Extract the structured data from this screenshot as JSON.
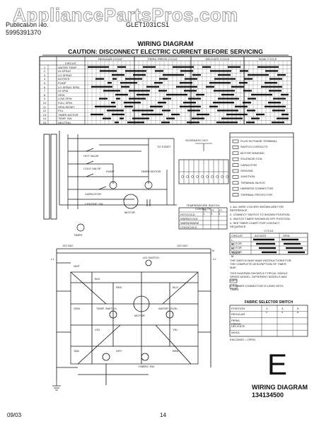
{
  "watermark": "AppliancePartsPros.com",
  "header": {
    "brand": "Publication No.",
    "publication_no": "5995391370",
    "model": "GLET1031CS1"
  },
  "diagram": {
    "title": "WIRING DIAGRAM",
    "caution": "CAUTION: DISCONNECT ELECTRIC CURRENT BEFORE SERVICING",
    "timer_chart": {
      "column_groups": [
        "REGULAR CYCLE",
        "PERM. PRESS CYCLE",
        "DELICATE CYCLE",
        "SOAK CYCLE"
      ],
      "col_label": "CIRCUIT",
      "row_labels": [
        "WATER TEMP.",
        "HI SPRAY",
        "LO SPRAY",
        "AGITATE",
        "PUMP",
        "LO SPRAY SPIN",
        "HI SPIN",
        "SPIN",
        "LOW SPIN",
        "FULL SPIN",
        "SPIN RESET",
        "FILL",
        "TIMER MOTOR",
        "TEMP. SW.",
        "NEUTRAL"
      ]
    },
    "schematic_labels": {
      "vac_left": "120 VAC",
      "vac_right": "120 VAC",
      "l1": "L1",
      "l2": "L2",
      "neutral": "N",
      "white": "WHT",
      "black": "BLK",
      "red": "RED",
      "blue": "BLU",
      "orange": "ORN",
      "yellow": "YEL",
      "violet": "VIO",
      "tan": "TAN",
      "gray": "GRY",
      "brown": "BRN",
      "motor": "MOTOR",
      "pump": "PUMP",
      "lid_switch": "LID SWITCH",
      "timer": "TIMER",
      "fabric_switch": "FABRIC SW.",
      "water_level": "WATER LEVEL",
      "temp_switch": "TEMP. SWITCH",
      "capacitor": "CAPACITOR",
      "centrif_switch": "CENTRIF. SW.",
      "hot_valve": "HOT VALVE",
      "cold_valve": "COLD VALVE",
      "to_start": "TO START",
      "timer_motor": "TIMER MOTOR"
    },
    "schematic_key_title": "SCHEMATIC KEY",
    "legend_items": [
      "PLUG IN PHASE TERMINAL",
      "SWITCH CONTACTS",
      "MOTOR WINDING",
      "SOLENOID COIL",
      "CAPACITOR",
      "GROUND",
      "JUNCTION",
      "TERMINAL BLOCK",
      "HARNESS CONNECTOR",
      "THERMAL PROTECTOR"
    ],
    "notes": [
      "1. ALL WIRE COLORS SHOWN ARE FOR REFERENCE.",
      "2. CONNECT SWITCH TO SHOWN POSITION.",
      "3. SWITCH TIMER SHOWN IN OFF POSITION.",
      "4. SEE TIMER CHART FOR CONTACT SEQUENCE."
    ],
    "temp_table": {
      "title": "TEMPERATURE SWITCH CONTACTS",
      "headers": [
        "",
        "1T-1",
        "1T-2",
        "1T-3"
      ],
      "rows": [
        [
          "HOT/COLD",
          "",
          "",
          ""
        ],
        [
          "WARM/COLD",
          "",
          "",
          ""
        ],
        [
          "WARM/WARM",
          "",
          "",
          ""
        ],
        [
          "COLD/COLD",
          "",
          "",
          ""
        ]
      ]
    },
    "cycle_chart": {
      "title": "CYCLE",
      "headers": [
        "CIRCUIT",
        "AGITATE",
        "SPIN"
      ],
      "rows": [
        "L-MOTOR",
        "M-MOTOR",
        "H-MOTOR",
        "TIMER M."
      ]
    },
    "fabric_table": {
      "title": "FABRIC SELECTOR SWITCH",
      "headers": [
        "POSITION",
        "1-2",
        "3-4",
        "5-6"
      ],
      "rows": [
        [
          "REGULAR",
          "",
          "",
          ""
        ],
        [
          "PERM PRESS",
          "",
          "",
          ""
        ],
        [
          "DELICATE",
          "",
          "",
          ""
        ],
        [
          "WOOL",
          "",
          "",
          ""
        ]
      ],
      "footer": "ENCODED    = OPEN"
    },
    "lower_notes": [
      "THE SWITCH MAY HAVE INSTRUCTIONS FOR THE COMPLETE DESCRIPTION OF TIMER MAP.",
      "THIS DIAGRAM SHOWS A TYPICAL SINGLE SPEED MODEL. DIFFERENT MODELS MAY VARY.",
      "A RUBBER CONNECTOR IS USED WITH TIMER."
    ],
    "letter": "E",
    "wd_label": "WIRING DIAGRAM",
    "part_no": "134134500"
  },
  "footer": {
    "date": "09/03",
    "page": "14"
  }
}
